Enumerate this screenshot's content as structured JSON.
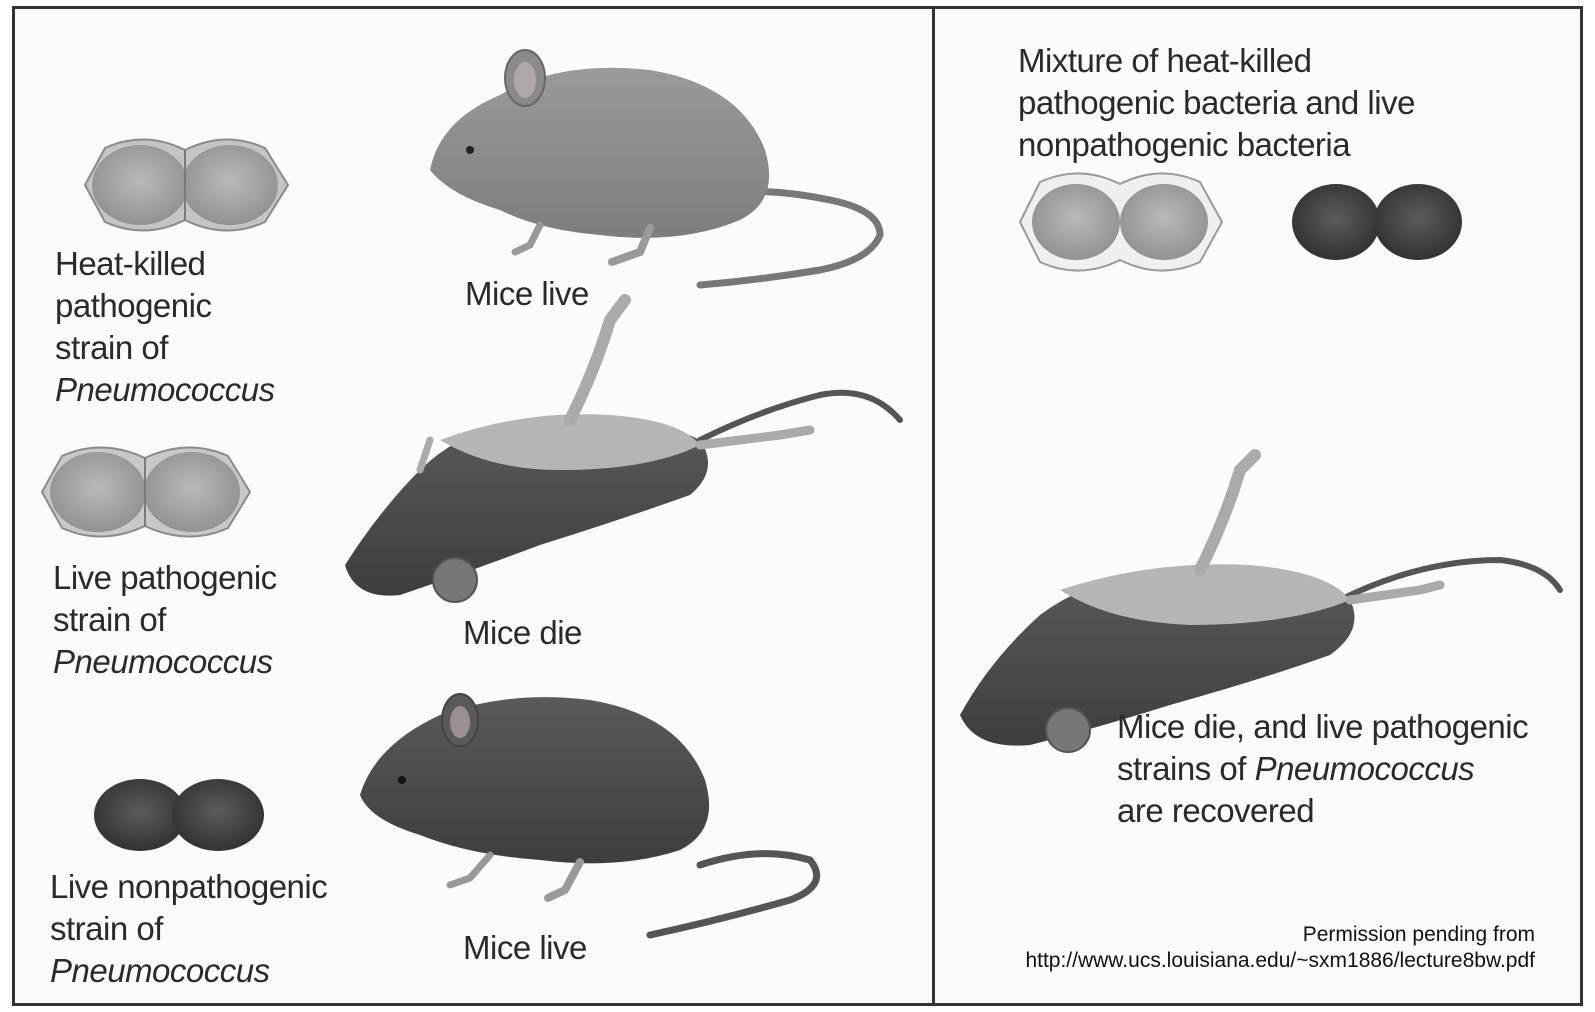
{
  "labels": {
    "heat_killed": [
      "Heat-killed",
      "pathogenic",
      "strain of",
      "Pneumococcus"
    ],
    "live_pathogenic": [
      "Live pathogenic",
      "strain of",
      "Pneumococcus"
    ],
    "live_nonpathogenic": [
      "Live nonpathogenic",
      "strain of",
      "Pneumococcus"
    ],
    "mice_live_1": "Mice live",
    "mice_die": "Mice die",
    "mice_live_2": "Mice live",
    "mixture": [
      "Mixture of heat-killed",
      "pathogenic bacteria and live",
      "nonpathogenic bacteria"
    ],
    "result": [
      "Mice die, and live pathogenic",
      "strains of",
      "Pneumococcus",
      "are recovered"
    ]
  },
  "credit": {
    "line1": "Permission pending from",
    "line2": "http://www.ucs.louisiana.edu/~sxm1886/lecture8bw.pdf"
  },
  "colors": {
    "light_bacteria": "#a8a8a8",
    "dark_bacteria": "#4a4a4a",
    "light_mouse": "#8f8f8f",
    "dark_mouse": "#4f4f4f"
  }
}
